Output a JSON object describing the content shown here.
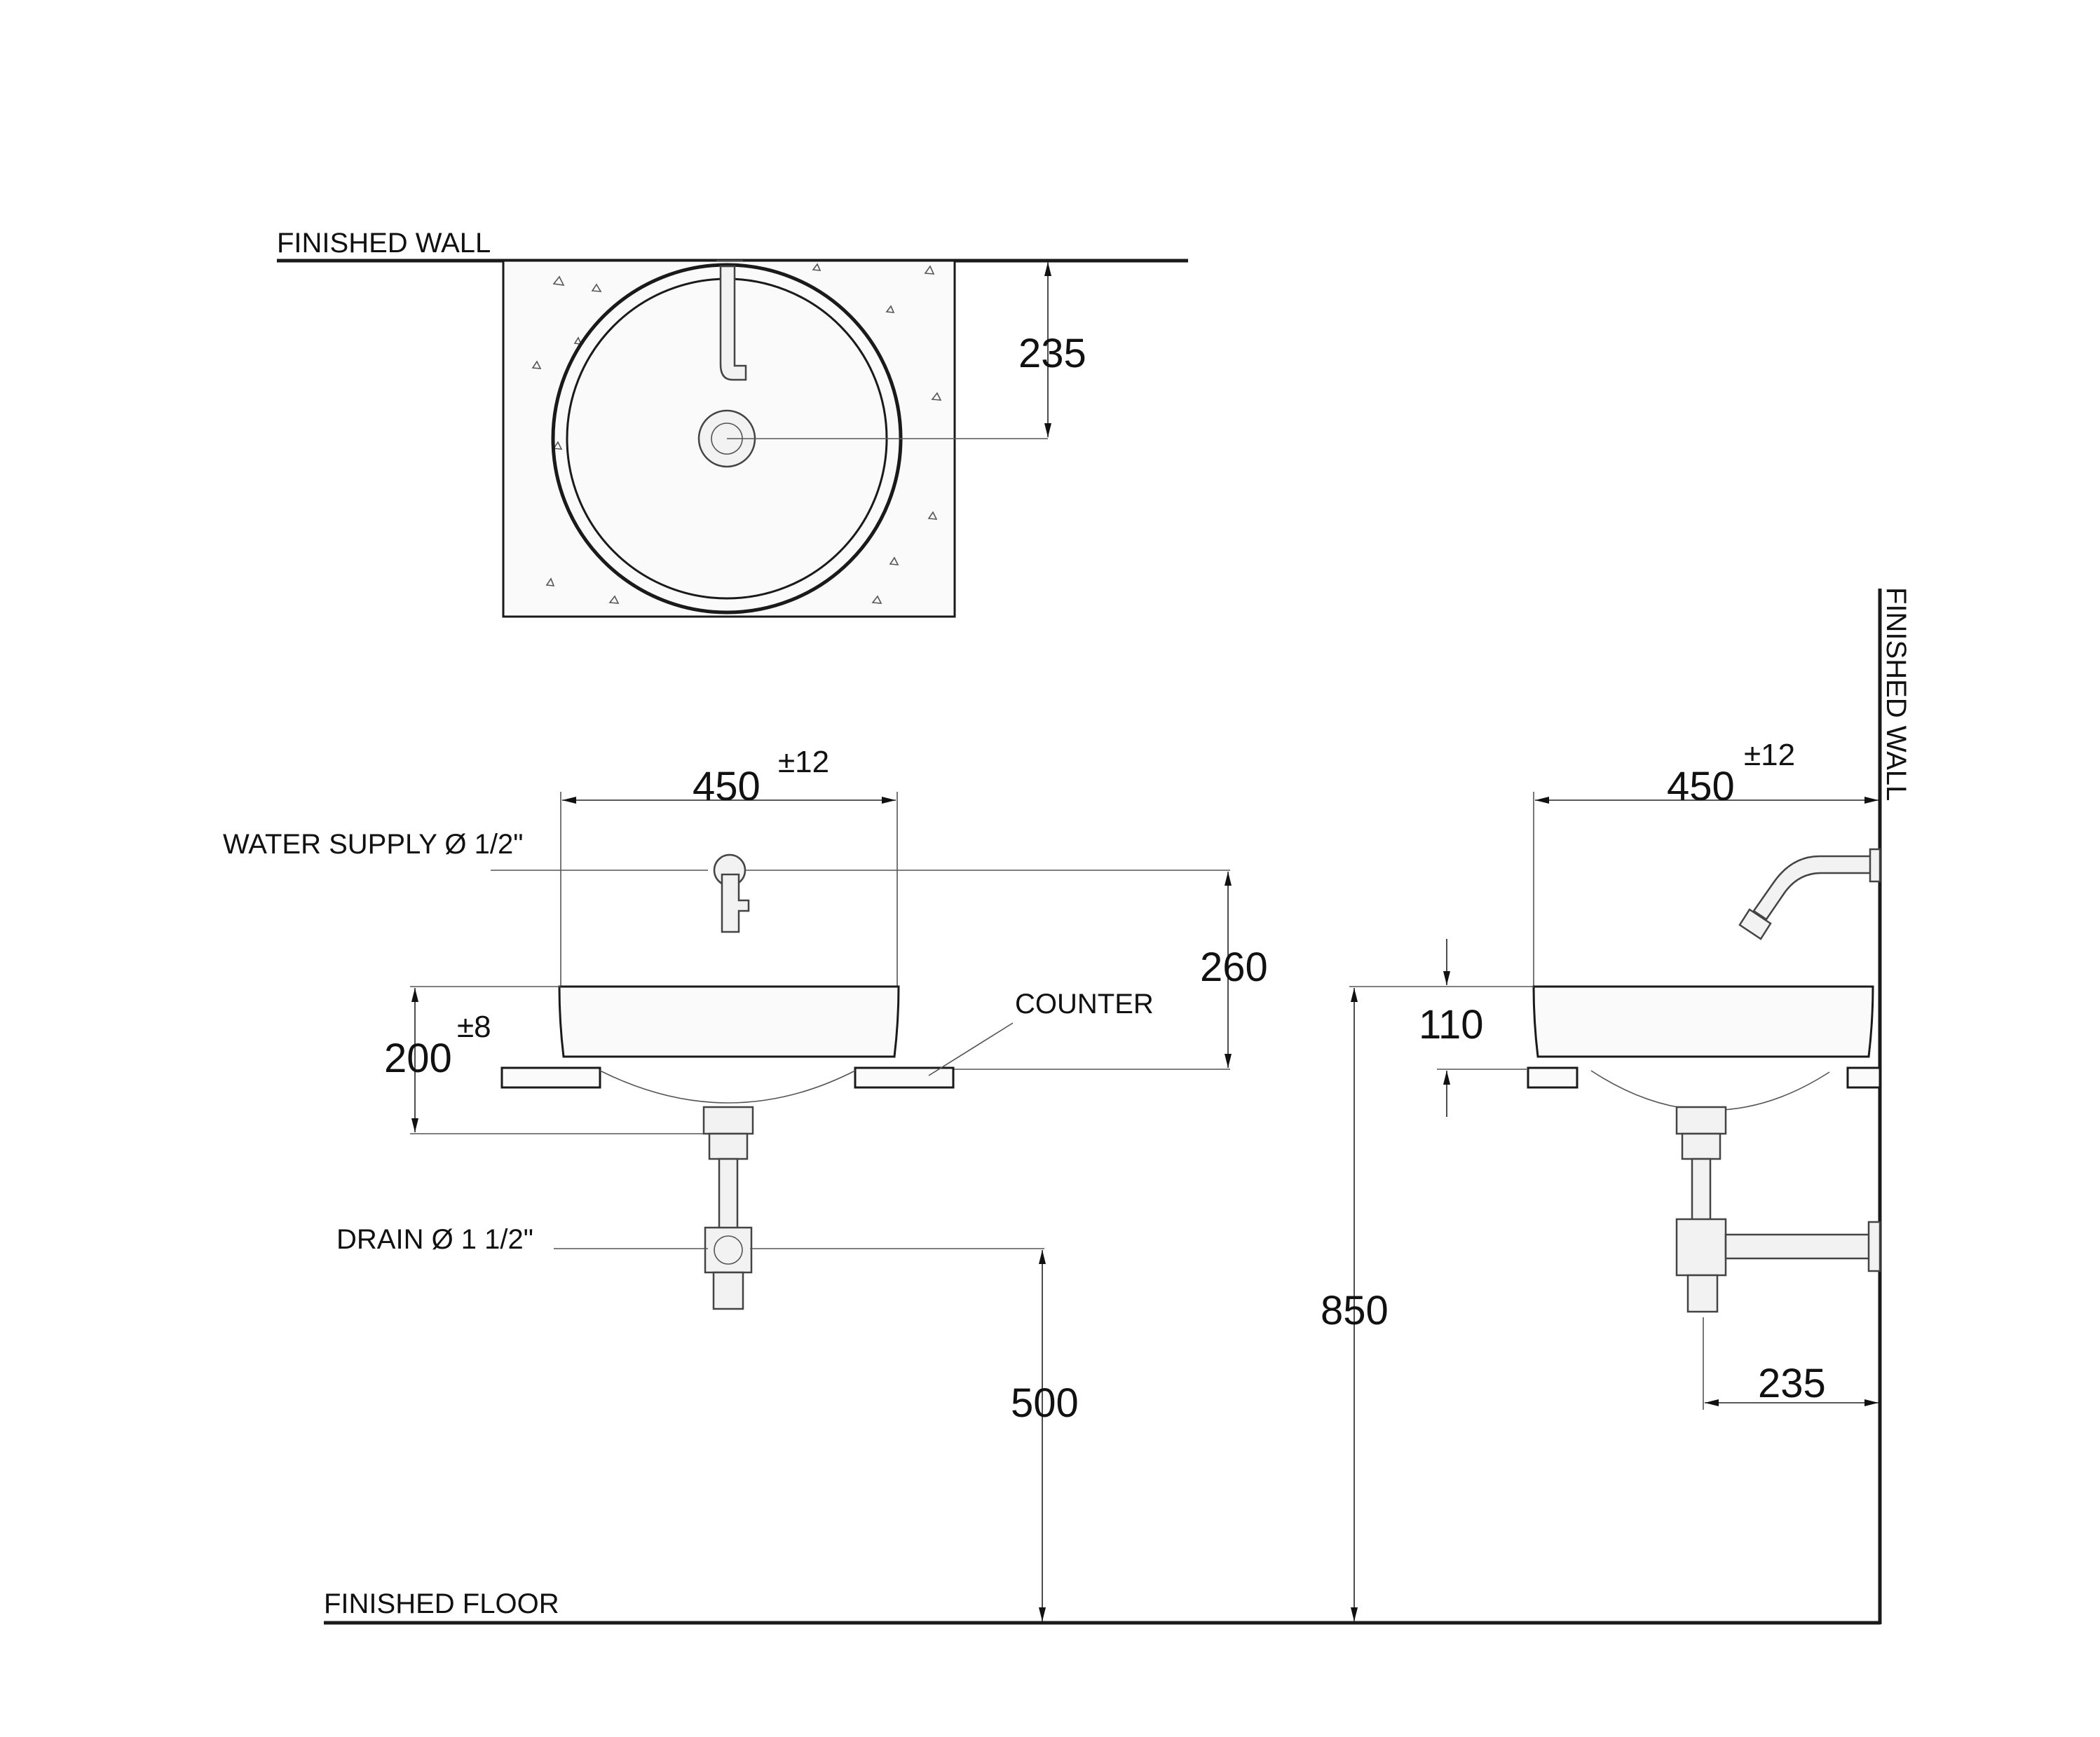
{
  "labels": {
    "finished_wall_top": "FINISHED WALL",
    "finished_wall_side": "FINISHED WALL",
    "water_supply": "WATER SUPPLY Ø 1/2\"",
    "counter": "COUNTER",
    "drain": "DRAIN Ø 1 1/2\"",
    "finished_floor": "FINISHED FLOOR"
  },
  "dimensions": {
    "top_235": "235",
    "front_width": "450",
    "front_width_tol": "±12",
    "front_260": "260",
    "front_height": "200",
    "front_height_tol": "±8",
    "drain_500": "500",
    "side_width": "450",
    "side_width_tol": "±12",
    "side_110": "110",
    "side_850": "850",
    "side_235": "235"
  }
}
